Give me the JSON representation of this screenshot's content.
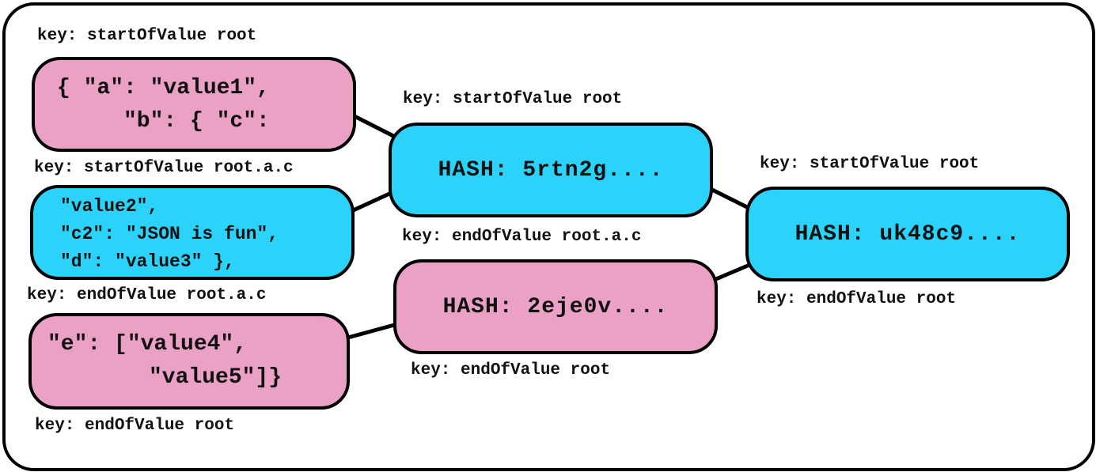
{
  "colors": {
    "pink": "#EBA0C6",
    "cyan": "#2BD3FB",
    "outline": "#000000"
  },
  "labels": {
    "n1_top": "key: startOfValue root",
    "n2_top": "key: startOfValue root.a.c",
    "n3_top": "key: endOfValue root.a.c",
    "n3_bottom": "key: endOfValue root",
    "h1_top": "key: startOfValue root",
    "h1_bottom": "key: endOfValue root.a.c",
    "h2_bottom": "key: endOfValue root",
    "h3_top": "key: startOfValue root",
    "h3_bottom": "key: endOfValue root"
  },
  "chunks": {
    "chunk1": {
      "line1": "{ \"a\": \"value1\",",
      "line2": "\"b\": { \"c\":"
    },
    "chunk2": {
      "line1": "\"value2\",",
      "line2": "\"c2\": \"JSON is fun\",",
      "line3": "\"d\": \"value3\" },"
    },
    "chunk3": {
      "line1": "\"e\": [\"value4\",",
      "line2": "\"value5\"]}"
    }
  },
  "hashes": {
    "hash1": "HASH: 5rtn2g....",
    "hash2": "HASH: 2eje0v....",
    "hash3": "HASH: uk48c9...."
  }
}
